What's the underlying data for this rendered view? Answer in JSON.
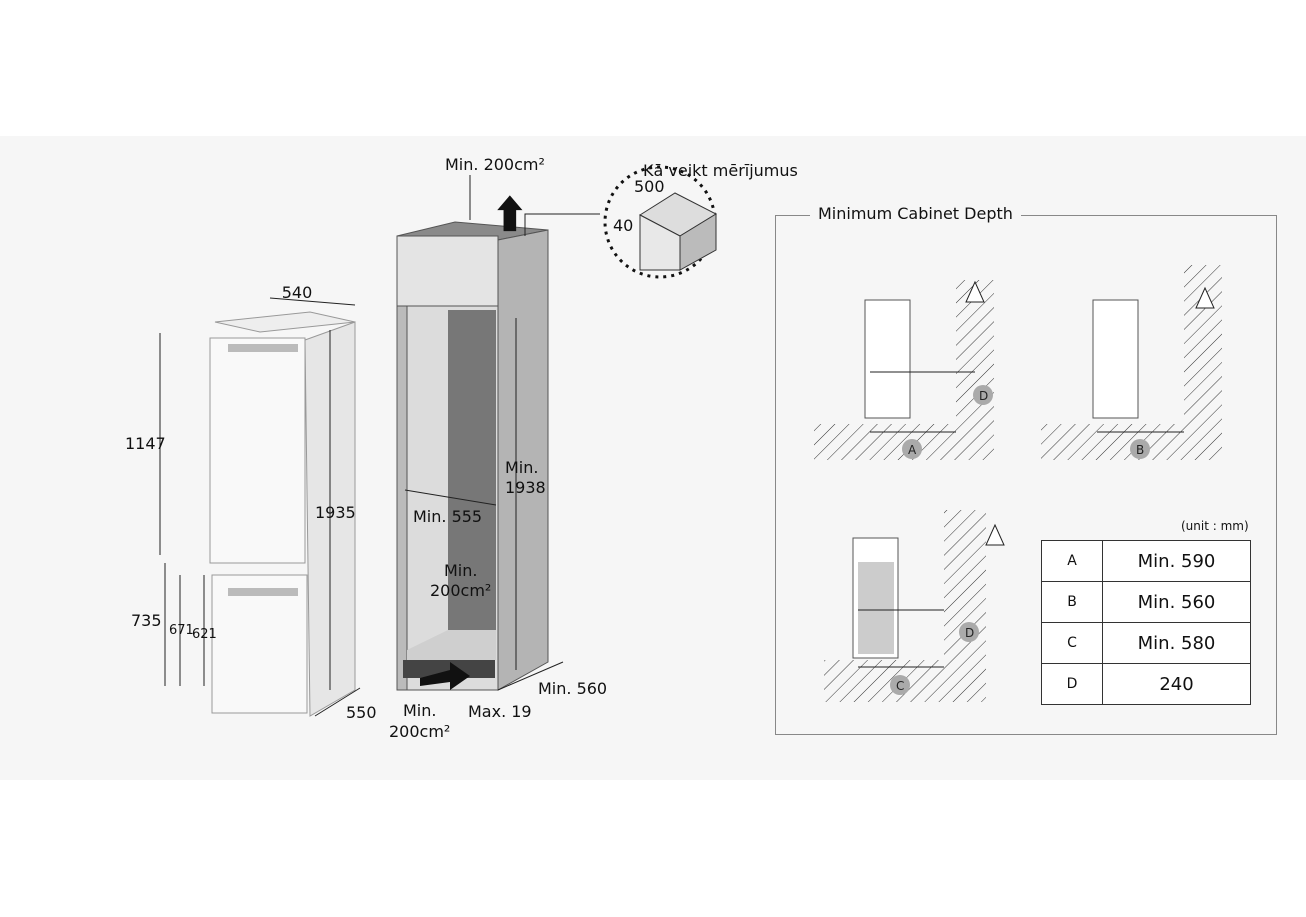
{
  "caption": "Kā veikt mērījumus",
  "fridge": {
    "width": "540",
    "depth": "550",
    "height": "1935",
    "upper": "1147",
    "lower": "735",
    "d1": "671",
    "d2": "621"
  },
  "cabinet": {
    "vent_top": "Min. 200cm²",
    "vent_bottom_1": "Min.",
    "vent_bottom_2": "200cm²",
    "vent_inner_1": "Min.",
    "vent_inner_2": "200cm²",
    "height_1": "Min.",
    "height_2": "1938",
    "width": "Min. 555",
    "depth": "Min. 560",
    "gap": "Max. 19"
  },
  "detail": {
    "w": "500",
    "h": "40"
  },
  "min_cabinet_depth": {
    "title": "Minimum Cabinet Depth",
    "unit": "(unit : mm)",
    "markers": {
      "a": "A",
      "b": "B",
      "c": "C",
      "d": "D"
    },
    "rows": [
      {
        "key": "A",
        "value": "Min. 590"
      },
      {
        "key": "B",
        "value": "Min. 560"
      },
      {
        "key": "C",
        "value": "Min. 580"
      },
      {
        "key": "D",
        "value": "240"
      }
    ]
  }
}
